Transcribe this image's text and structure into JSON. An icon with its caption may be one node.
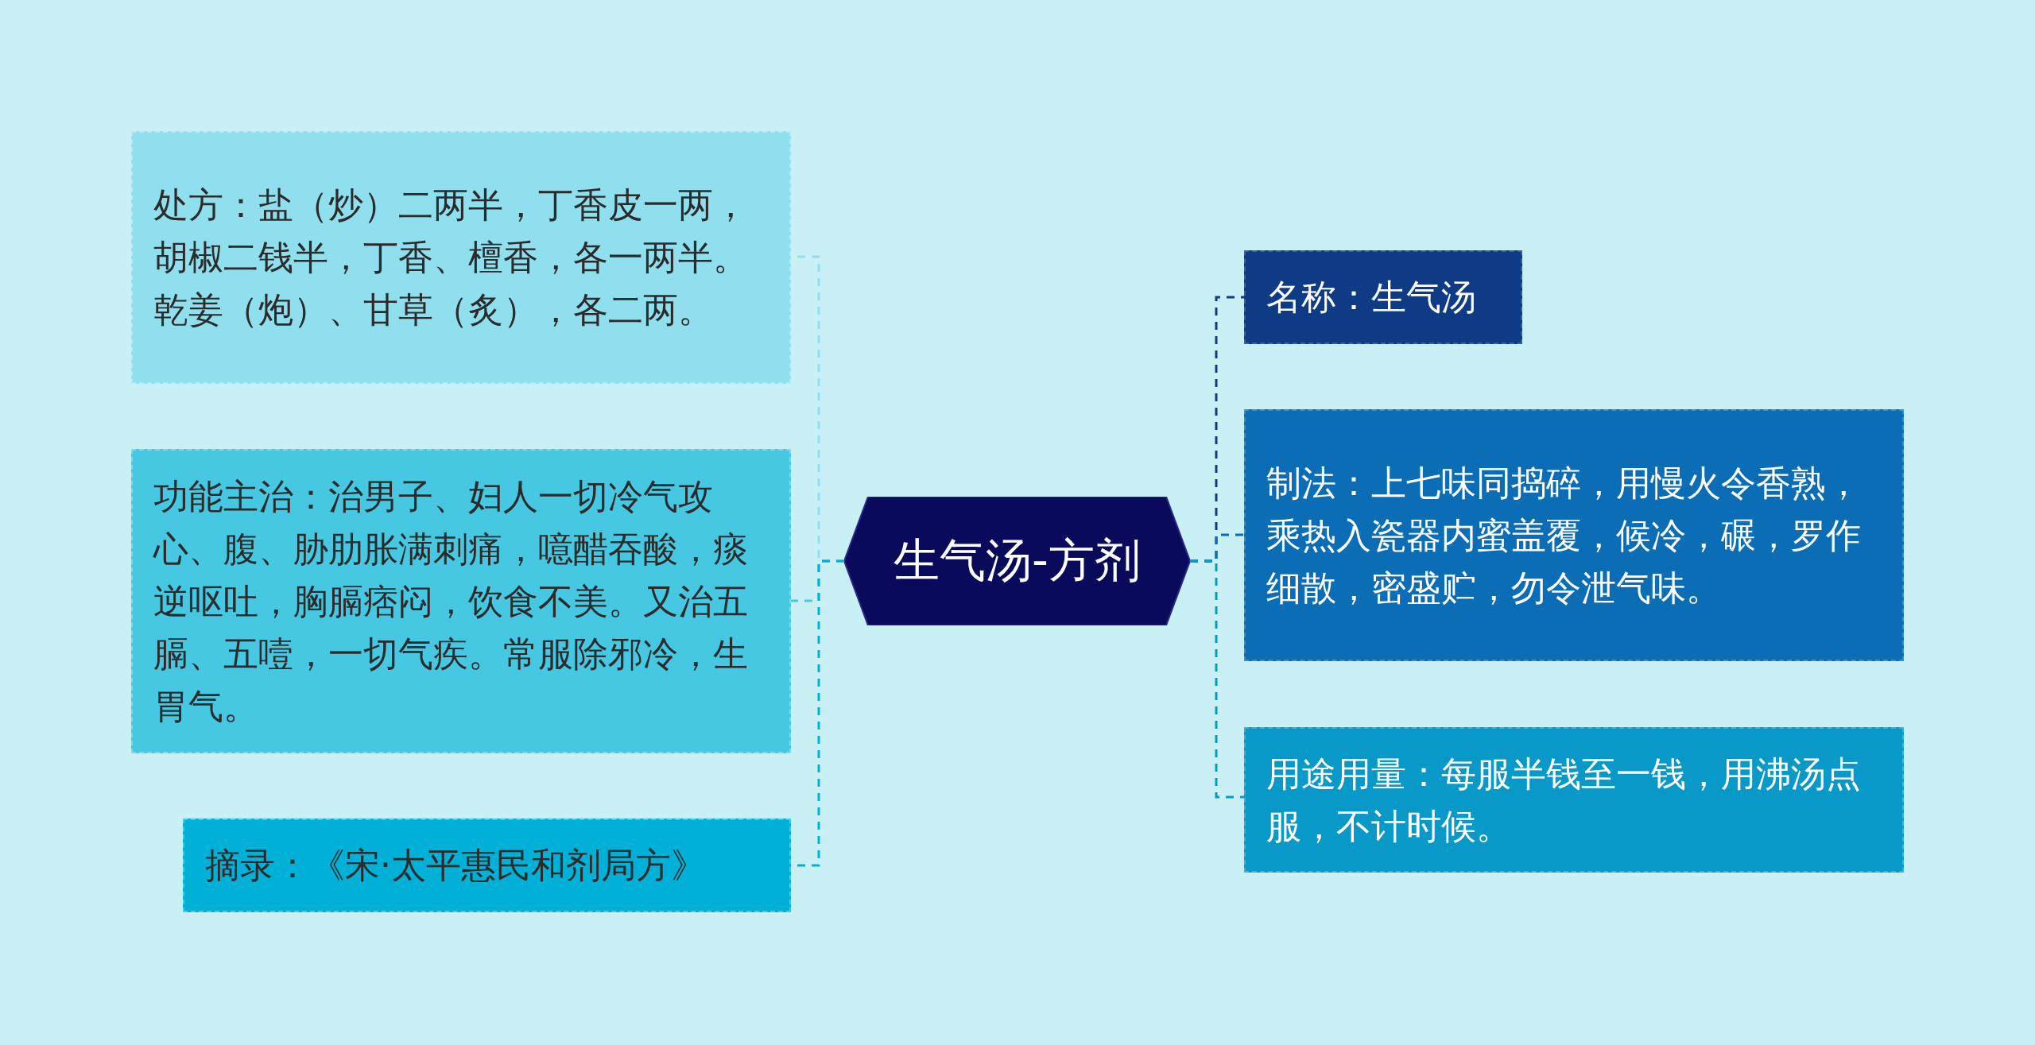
{
  "diagram": {
    "nodes": [
      {
        "text": [
          "生气汤-方剂"
        ]
      },
      {
        "text": [
          "处方：盐（炒）二两半，丁香皮一两，胡椒二钱半，丁香、檀香，各一两半。乾姜（炮）、甘草（炙），各二两。"
        ]
      },
      {
        "text": [
          "功能主治：治男子、妇人一切冷气攻心、腹、胁肋胀满刺痛，噫醋吞酸，痰逆呕吐，胸膈痞闷，饮食不美。又治五膈、五噎，一切气疾。常服除邪冷，生胃气。"
        ]
      },
      {
        "text": [
          "摘录：《宋·太平惠民和剂局方》"
        ]
      },
      {
        "text": [
          "名称：生气汤"
        ]
      },
      {
        "text": [
          "制法：上七味同捣碎，用慢火令香熟，乘热入瓷器内蜜盖覆，候冷，碾，罗作细散，密盛贮，勿令泄气味。"
        ]
      },
      {
        "text": [
          "用途用量：每服半钱至一钱，用沸汤点服，不计时候。"
        ]
      }
    ],
    "edges": [
      {
        "from": 0,
        "to": 1,
        "arrow": "none",
        "style": "dashed",
        "color": "#8fdfee"
      },
      {
        "from": 0,
        "to": 2,
        "arrow": "none",
        "style": "dashed",
        "color": "#47c8e2"
      },
      {
        "from": 0,
        "to": 3,
        "arrow": "none",
        "style": "dashed",
        "color": "#00b0d6"
      },
      {
        "from": 0,
        "to": 4,
        "arrow": "none",
        "style": "dashed",
        "color": "#0d3b85"
      },
      {
        "from": 0,
        "to": 5,
        "arrow": "none",
        "style": "dashed",
        "color": "#0a6db5"
      },
      {
        "from": 0,
        "to": 6,
        "arrow": "none",
        "style": "dashed",
        "color": "#0899c9"
      }
    ]
  }
}
